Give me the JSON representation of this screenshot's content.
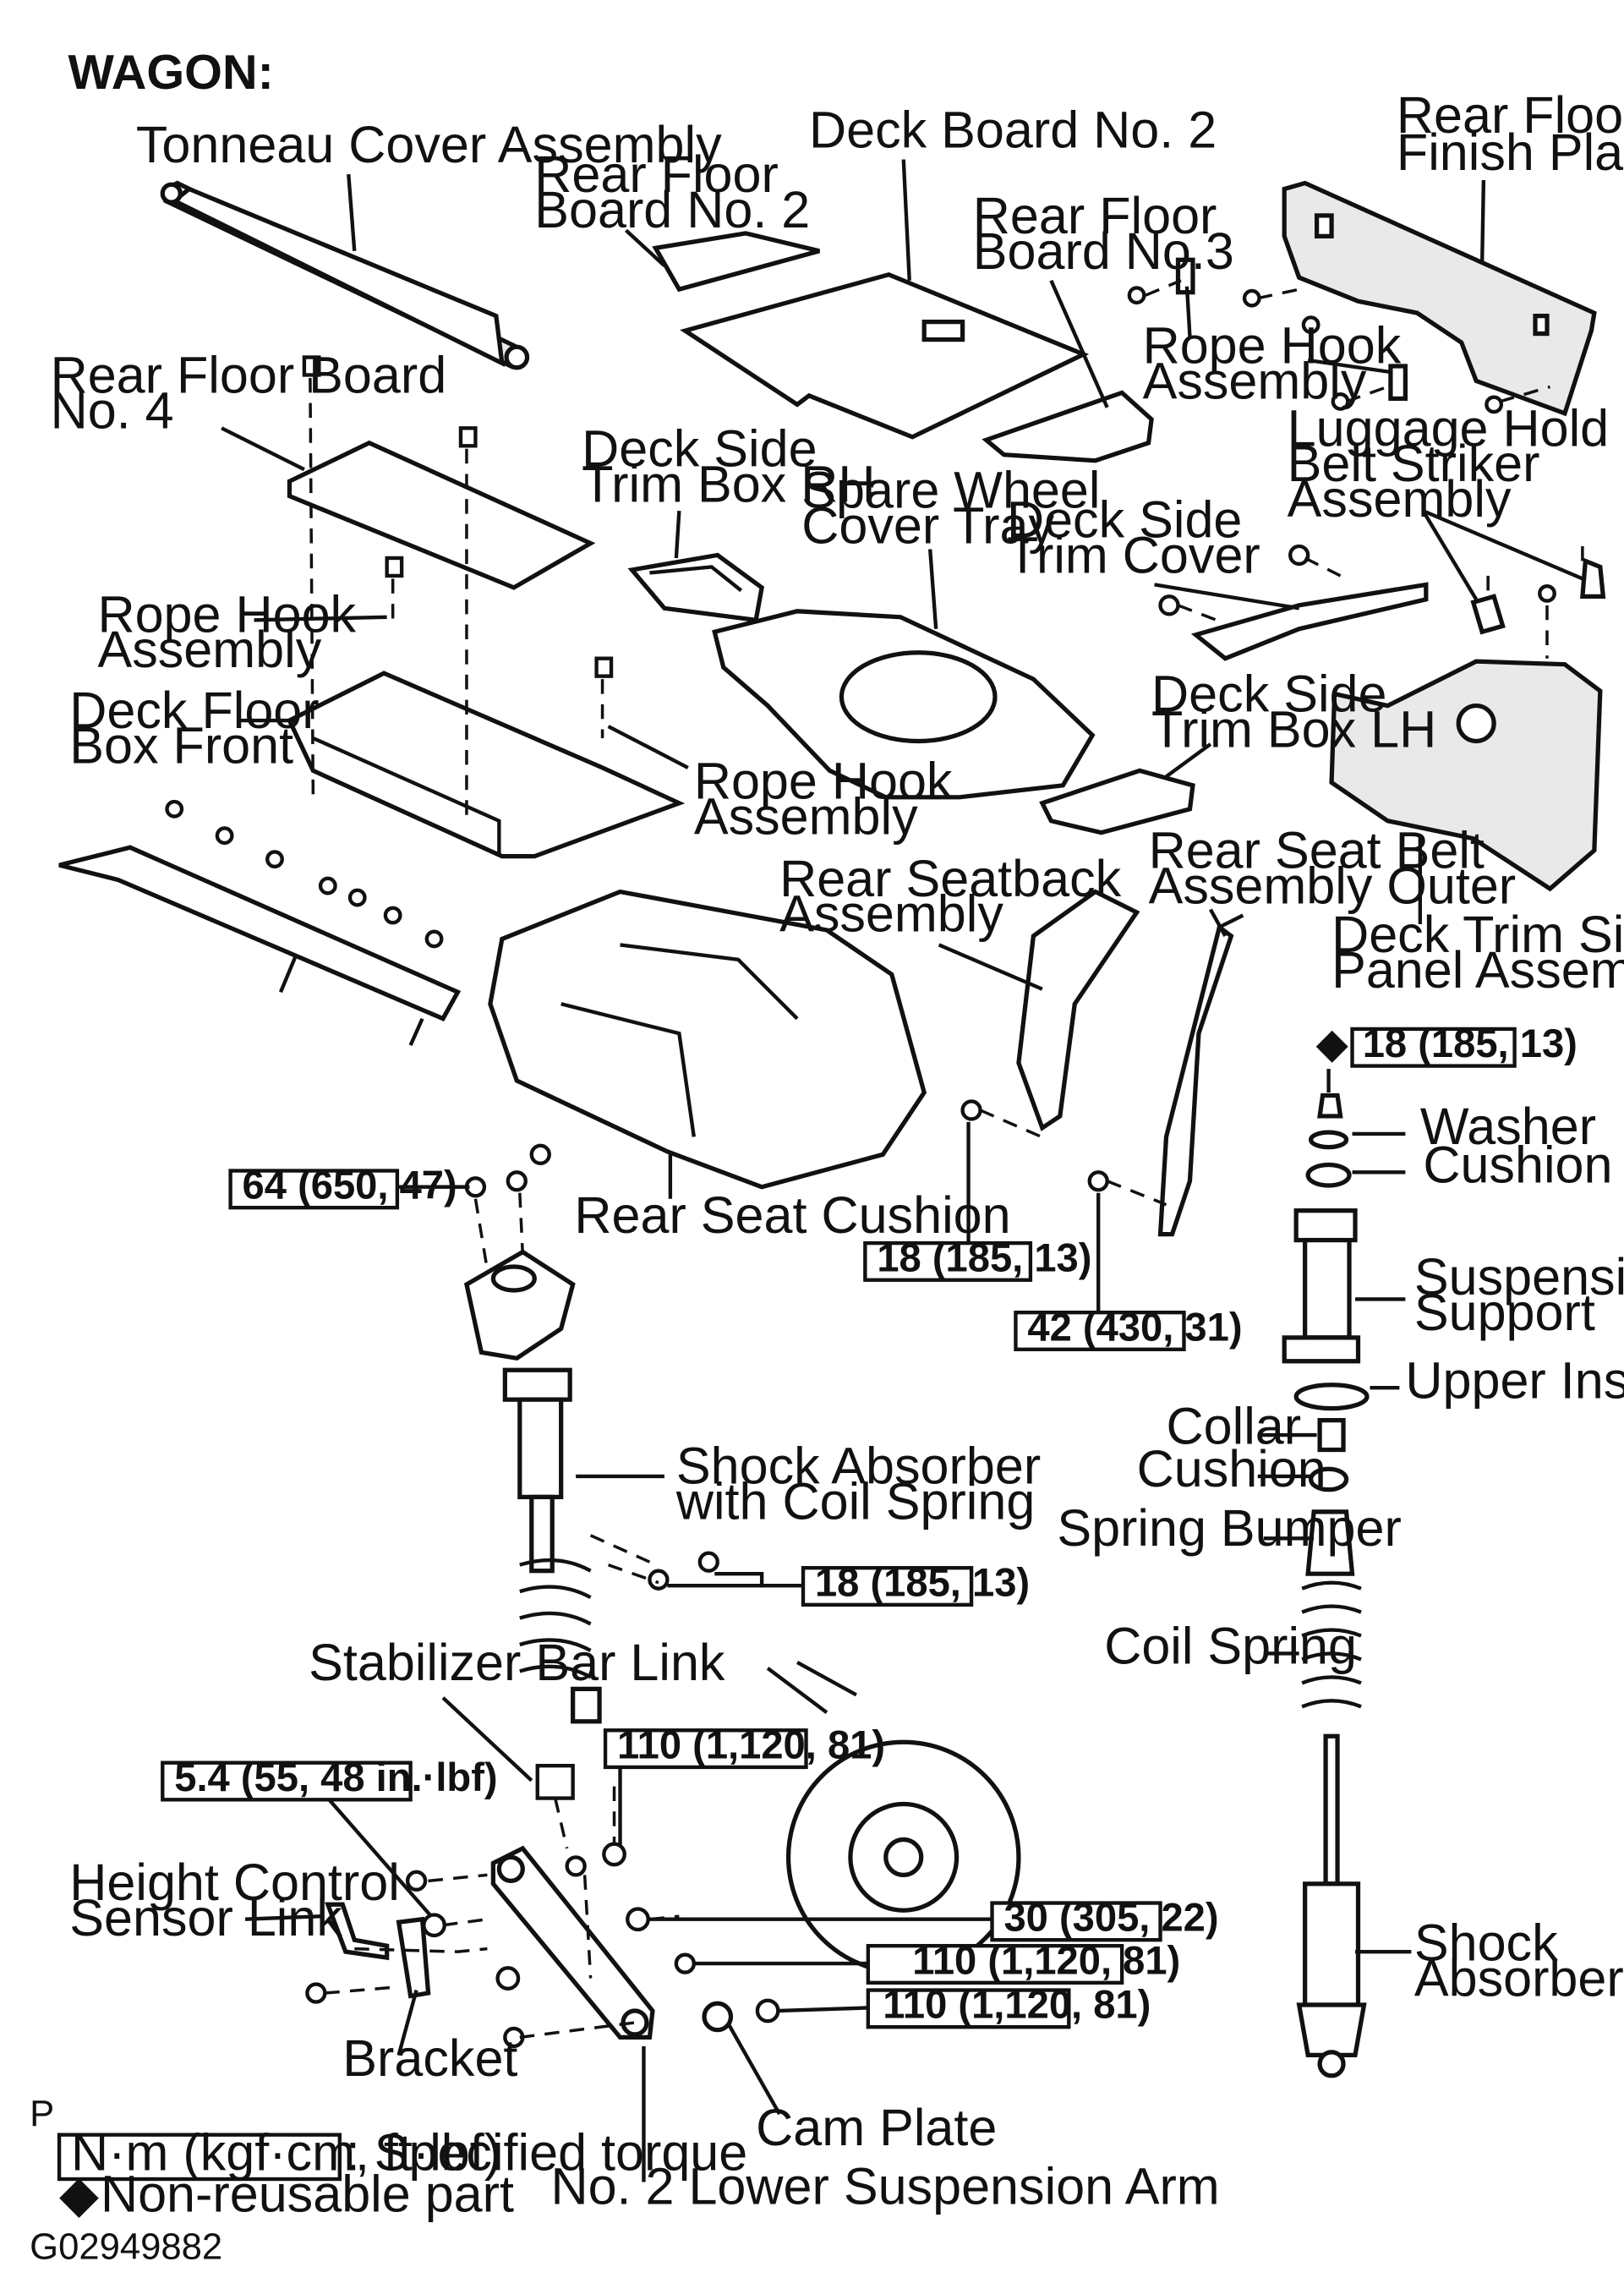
{
  "header": {
    "title": "WAGON:"
  },
  "labels": {
    "tonneau_cover": "Tonneau Cover Assembly",
    "deck_board_2": "Deck Board No. 2",
    "rear_floor_finish_plate_1": "Rear Floor",
    "rear_floor_finish_plate_2": "Finish Plate",
    "rear_floor_board_2_1": "Rear Floor",
    "rear_floor_board_2_2": "Board No. 2",
    "rear_floor_board_3_1": "Rear Floor",
    "rear_floor_board_3_2": "Board No.3",
    "rope_hook_top_1": "Rope Hook",
    "rope_hook_top_2": "Assembly",
    "rear_floor_board_4_1": "Rear Floor Board",
    "rear_floor_board_4_2": "No. 4",
    "luggage_hold_1": "Luggage Hold",
    "luggage_hold_2": "Belt Striker",
    "luggage_hold_3": "Assembly",
    "deck_side_trim_box_rh_1": "Deck Side",
    "deck_side_trim_box_rh_2": "Trim Box RH",
    "spare_wheel_1": "Spare Wheel",
    "spare_wheel_2": "Cover Tray",
    "deck_side_trim_cover_1": "Deck Side",
    "deck_side_trim_cover_2": "Trim Cover",
    "rope_hook_left_1": "Rope Hook",
    "rope_hook_left_2": "Assembly",
    "deck_floor_box_1": "Deck Floor",
    "deck_floor_box_2": "Box Front",
    "rope_hook_mid_1": "Rope Hook",
    "rope_hook_mid_2": "Assembly",
    "deck_side_trim_box_lh_1": "Deck Side",
    "deck_side_trim_box_lh_2": "Trim Box LH",
    "rear_seat_belt_1": "Rear Seat Belt",
    "rear_seat_belt_2": "Assembly Outer",
    "rear_seatback_1": "Rear Seatback",
    "rear_seatback_2": "Assembly",
    "deck_trim_side_1": "Deck Trim Side",
    "deck_trim_side_2": "Panel Assembly",
    "washer": "Washer",
    "cushion_upper": "Cushion",
    "rear_seat_cushion": "Rear Seat Cushion",
    "suspension_support_1": "Suspension",
    "suspension_support_2": "Support",
    "upper_insulator": "Upper Insulator",
    "collar": "Collar",
    "cushion_lower": "Cushion",
    "shock_coil_1": "Shock Absorber",
    "shock_coil_2": "with Coil Spring",
    "spring_bumper": "Spring Bumper",
    "coil_spring": "Coil Spring",
    "stabilizer_link": "Stabilizer Bar Link",
    "height_sensor_1": "Height Control",
    "height_sensor_2": "Sensor Link",
    "shock_absorber_1": "Shock",
    "shock_absorber_2": "Absorber",
    "bracket": "Bracket",
    "cam_plate": "Cam Plate",
    "lower_arm": "No. 2 Lower Suspension Arm"
  },
  "torques": {
    "t_18_top_right": "18 (185, 13)",
    "t_64": "64 (650, 47)",
    "t_18_seat": "18 (185, 13)",
    "t_42": "42 (430, 31)",
    "t_18_shock": "18 (185, 13)",
    "t_110_a": "110 (1,120, 81)",
    "t_5_4": "5.4 (55, 48 in.·lbf)",
    "t_30": "30 (305, 22)",
    "t_110_b": "110 (1,120, 81)",
    "t_110_c": "110 (1,120, 81)"
  },
  "legend": {
    "marker": "P",
    "unit_box": "N·m (kgf·cm, ft·lbf)",
    "unit_desc": ": Specified torque",
    "diamond_desc": "Non-reusable part",
    "diamond_symbol": "◆"
  },
  "figure_code": "G02949882"
}
